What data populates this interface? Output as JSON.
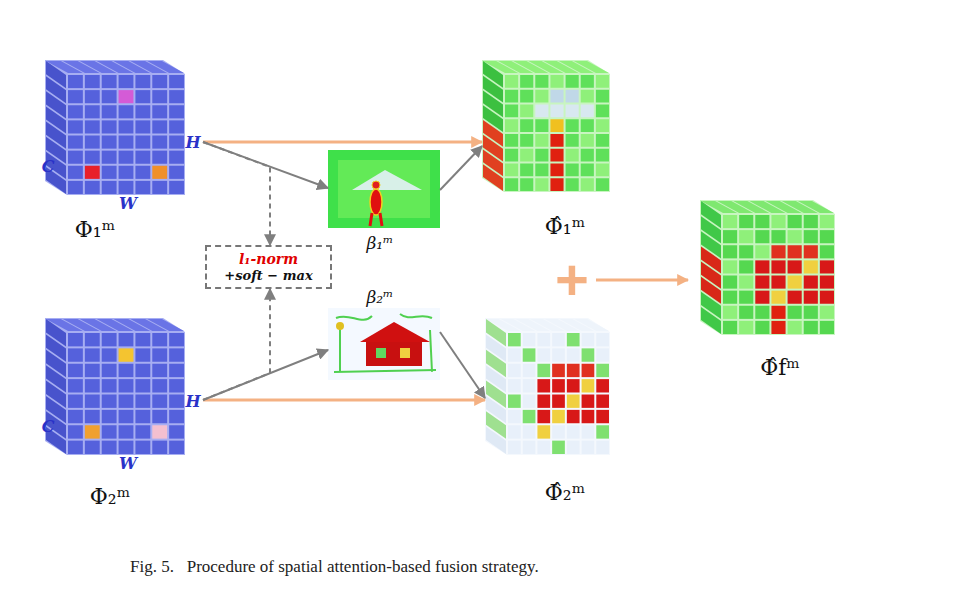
{
  "diagram": {
    "caption": "Fig. 5.   Procedure of spatial attention-based fusion strategy.",
    "nodes": [
      {
        "text": [
          "Φ₁ᵐ"
        ]
      },
      {
        "text": [
          "Φ₂ᵐ"
        ]
      },
      {
        "text": [
          "l₁-norm",
          "+soft − max"
        ]
      },
      {
        "text": [
          "β₁ᵐ"
        ]
      },
      {
        "text": [
          "β₂ᵐ"
        ]
      },
      {
        "text": [
          "Φ̂₁ᵐ"
        ]
      },
      {
        "text": [
          "Φ̂₂ᵐ"
        ]
      },
      {
        "text": [
          "Φ̂fᵐ"
        ]
      }
    ],
    "edges": [
      {
        "from": 0,
        "to": 5,
        "arrow": "to"
      },
      {
        "from": 0,
        "to": 3,
        "arrow": "to"
      },
      {
        "from": 3,
        "to": 5,
        "arrow": "to"
      },
      {
        "from": 1,
        "to": 6,
        "arrow": "to"
      },
      {
        "from": 1,
        "to": 4,
        "arrow": "to"
      },
      {
        "from": 4,
        "to": 6,
        "arrow": "to"
      },
      {
        "from": 0,
        "to": 2,
        "arrow": "to"
      },
      {
        "from": 1,
        "to": 2,
        "arrow": "to"
      }
    ],
    "labels": [
      "C",
      "H",
      "W",
      "C",
      "H",
      "W",
      "+"
    ]
  }
}
